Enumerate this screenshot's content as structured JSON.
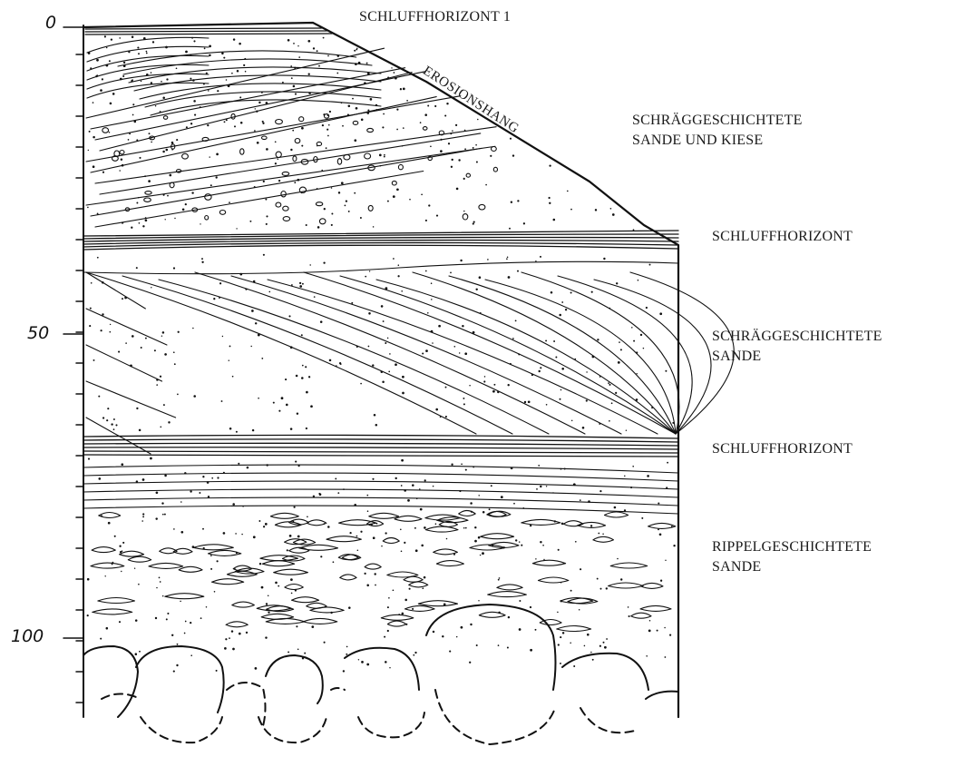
{
  "scale": {
    "ticks": [
      "0",
      "50",
      "100"
    ]
  },
  "labels": {
    "top": "SCHLUFFHORIZONT 1",
    "slope": "EROSIONSHANG",
    "layer1_line1": "SCHRÄGGESCHICHTETE",
    "layer1_line2": "SANDE UND KIESE",
    "layer2": "SCHLUFFHORIZONT",
    "layer3_line1": "SCHRÄGGESCHICHTETE",
    "layer3_line2": "SANDE",
    "layer4": "SCHLUFFHORIZONT",
    "layer5_line1": "RIPPELGESCHICHTETE",
    "layer5_line2": "SANDE"
  }
}
